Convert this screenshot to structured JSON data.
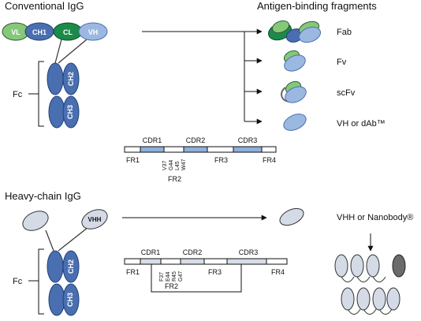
{
  "conventional": {
    "title": "Conventional IgG",
    "domains": {
      "vl": "VL",
      "ch1": "CH1",
      "cl": "CL",
      "vh": "VH",
      "ch2": "CH2",
      "ch3": "CH3"
    },
    "fc_label": "Fc"
  },
  "fragments": {
    "title": "Antigen-binding fragments",
    "labels": {
      "fab": "Fab",
      "fv": "Fv",
      "scfv": "scFv",
      "vh_dab": "VH or dAb™"
    }
  },
  "vh_map": {
    "cdrs": [
      "CDR1",
      "CDR2",
      "CDR3"
    ],
    "frameworks": [
      "FR1",
      "FR3",
      "FR4"
    ],
    "fr2_label": "FR2",
    "residues": [
      "V37",
      "G44",
      "L45",
      "W47"
    ]
  },
  "heavy_chain": {
    "title": "Heavy-chain IgG",
    "domains": {
      "vhh": "VHH",
      "ch2": "CH2",
      "ch3": "CH3"
    },
    "fc_label": "Fc",
    "product_label": "VHH or Nanobody®"
  },
  "vhh_map": {
    "cdrs": [
      "CDR1",
      "CDR2",
      "CDR3"
    ],
    "frameworks": [
      "FR1",
      "FR3",
      "FR4"
    ],
    "fr2_label": "FR2",
    "residues": [
      "F37",
      "E44",
      "R45",
      "G47"
    ]
  },
  "colors": {
    "heavy_blue": "#4a6fb0",
    "light_blue": "#9bb8e0",
    "dark_green": "#1c8a4a",
    "light_green": "#86c87a",
    "vhh_grey": "#d4dbe6",
    "cdr_vh": "#8fb0dc",
    "cdr_vhh": "#d6dde8",
    "dark_grey": "#6b6b6b"
  }
}
